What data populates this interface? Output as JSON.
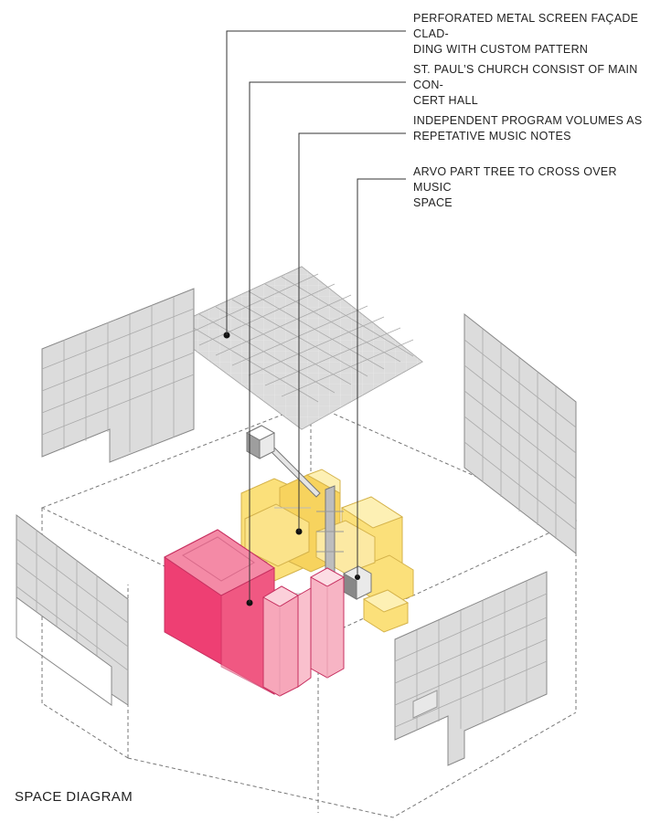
{
  "title": "SPACE DIAGRAM",
  "annotations": [
    {
      "id": "facade",
      "lines": [
        "PERFORATED METAL SCREEN FAÇADE CLAD-",
        "DING WITH CUSTOM PATTERN"
      ]
    },
    {
      "id": "church",
      "lines": [
        "ST. PAUL’S CHURCH CONSIST OF MAIN CON-",
        "CERT HALL"
      ]
    },
    {
      "id": "volumes",
      "lines": [
        "INDEPENDENT PROGRAM VOLUMES AS",
        "REPETATIVE MUSIC NOTES"
      ]
    },
    {
      "id": "tree",
      "lines": [
        "ARVO PART TREE TO CROSS OVER MUSIC",
        "SPACE"
      ]
    }
  ],
  "colors": {
    "church_pink": "#ee3f73",
    "church_light": "#f7a7ba",
    "volume_yellow": "#fbe07a",
    "volume_light": "#fdf0b4",
    "screen_grey": "#d8d8d8",
    "leader_line": "#333333"
  }
}
